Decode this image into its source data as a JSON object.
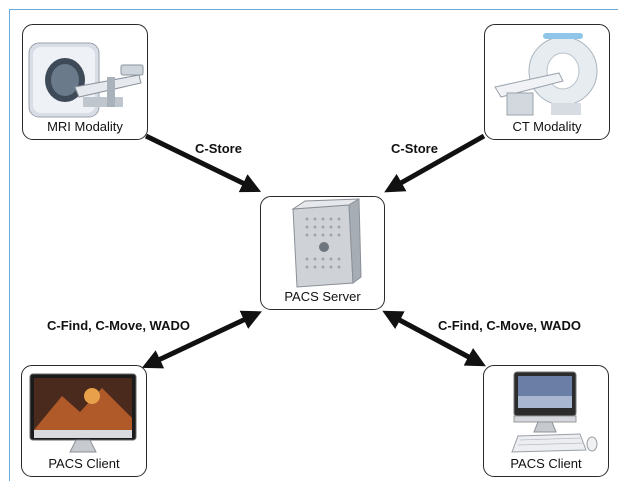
{
  "nodes": {
    "mri": {
      "label": "MRI Modality",
      "icon": "mri-scanner-icon"
    },
    "ct": {
      "label": "CT Modality",
      "icon": "ct-scanner-icon"
    },
    "server": {
      "label": "PACS Server",
      "icon": "tower-server-icon"
    },
    "client_left": {
      "label": "PACS Client",
      "icon": "desktop-monitor-icon"
    },
    "client_right": {
      "label": "PACS Client",
      "icon": "desktop-computer-icon"
    }
  },
  "edges": {
    "mri_to_server": {
      "label": "C-Store",
      "direction": "one-way"
    },
    "ct_to_server": {
      "label": "C-Store",
      "direction": "one-way"
    },
    "server_client_left": {
      "label": "C-Find, C-Move, WADO",
      "direction": "two-way"
    },
    "server_client_right": {
      "label": "C-Find, C-Move, WADO",
      "direction": "two-way"
    }
  },
  "colors": {
    "arrow": "#111111",
    "frame": "#6aa8d8",
    "node_border": "#2a2a2a"
  }
}
